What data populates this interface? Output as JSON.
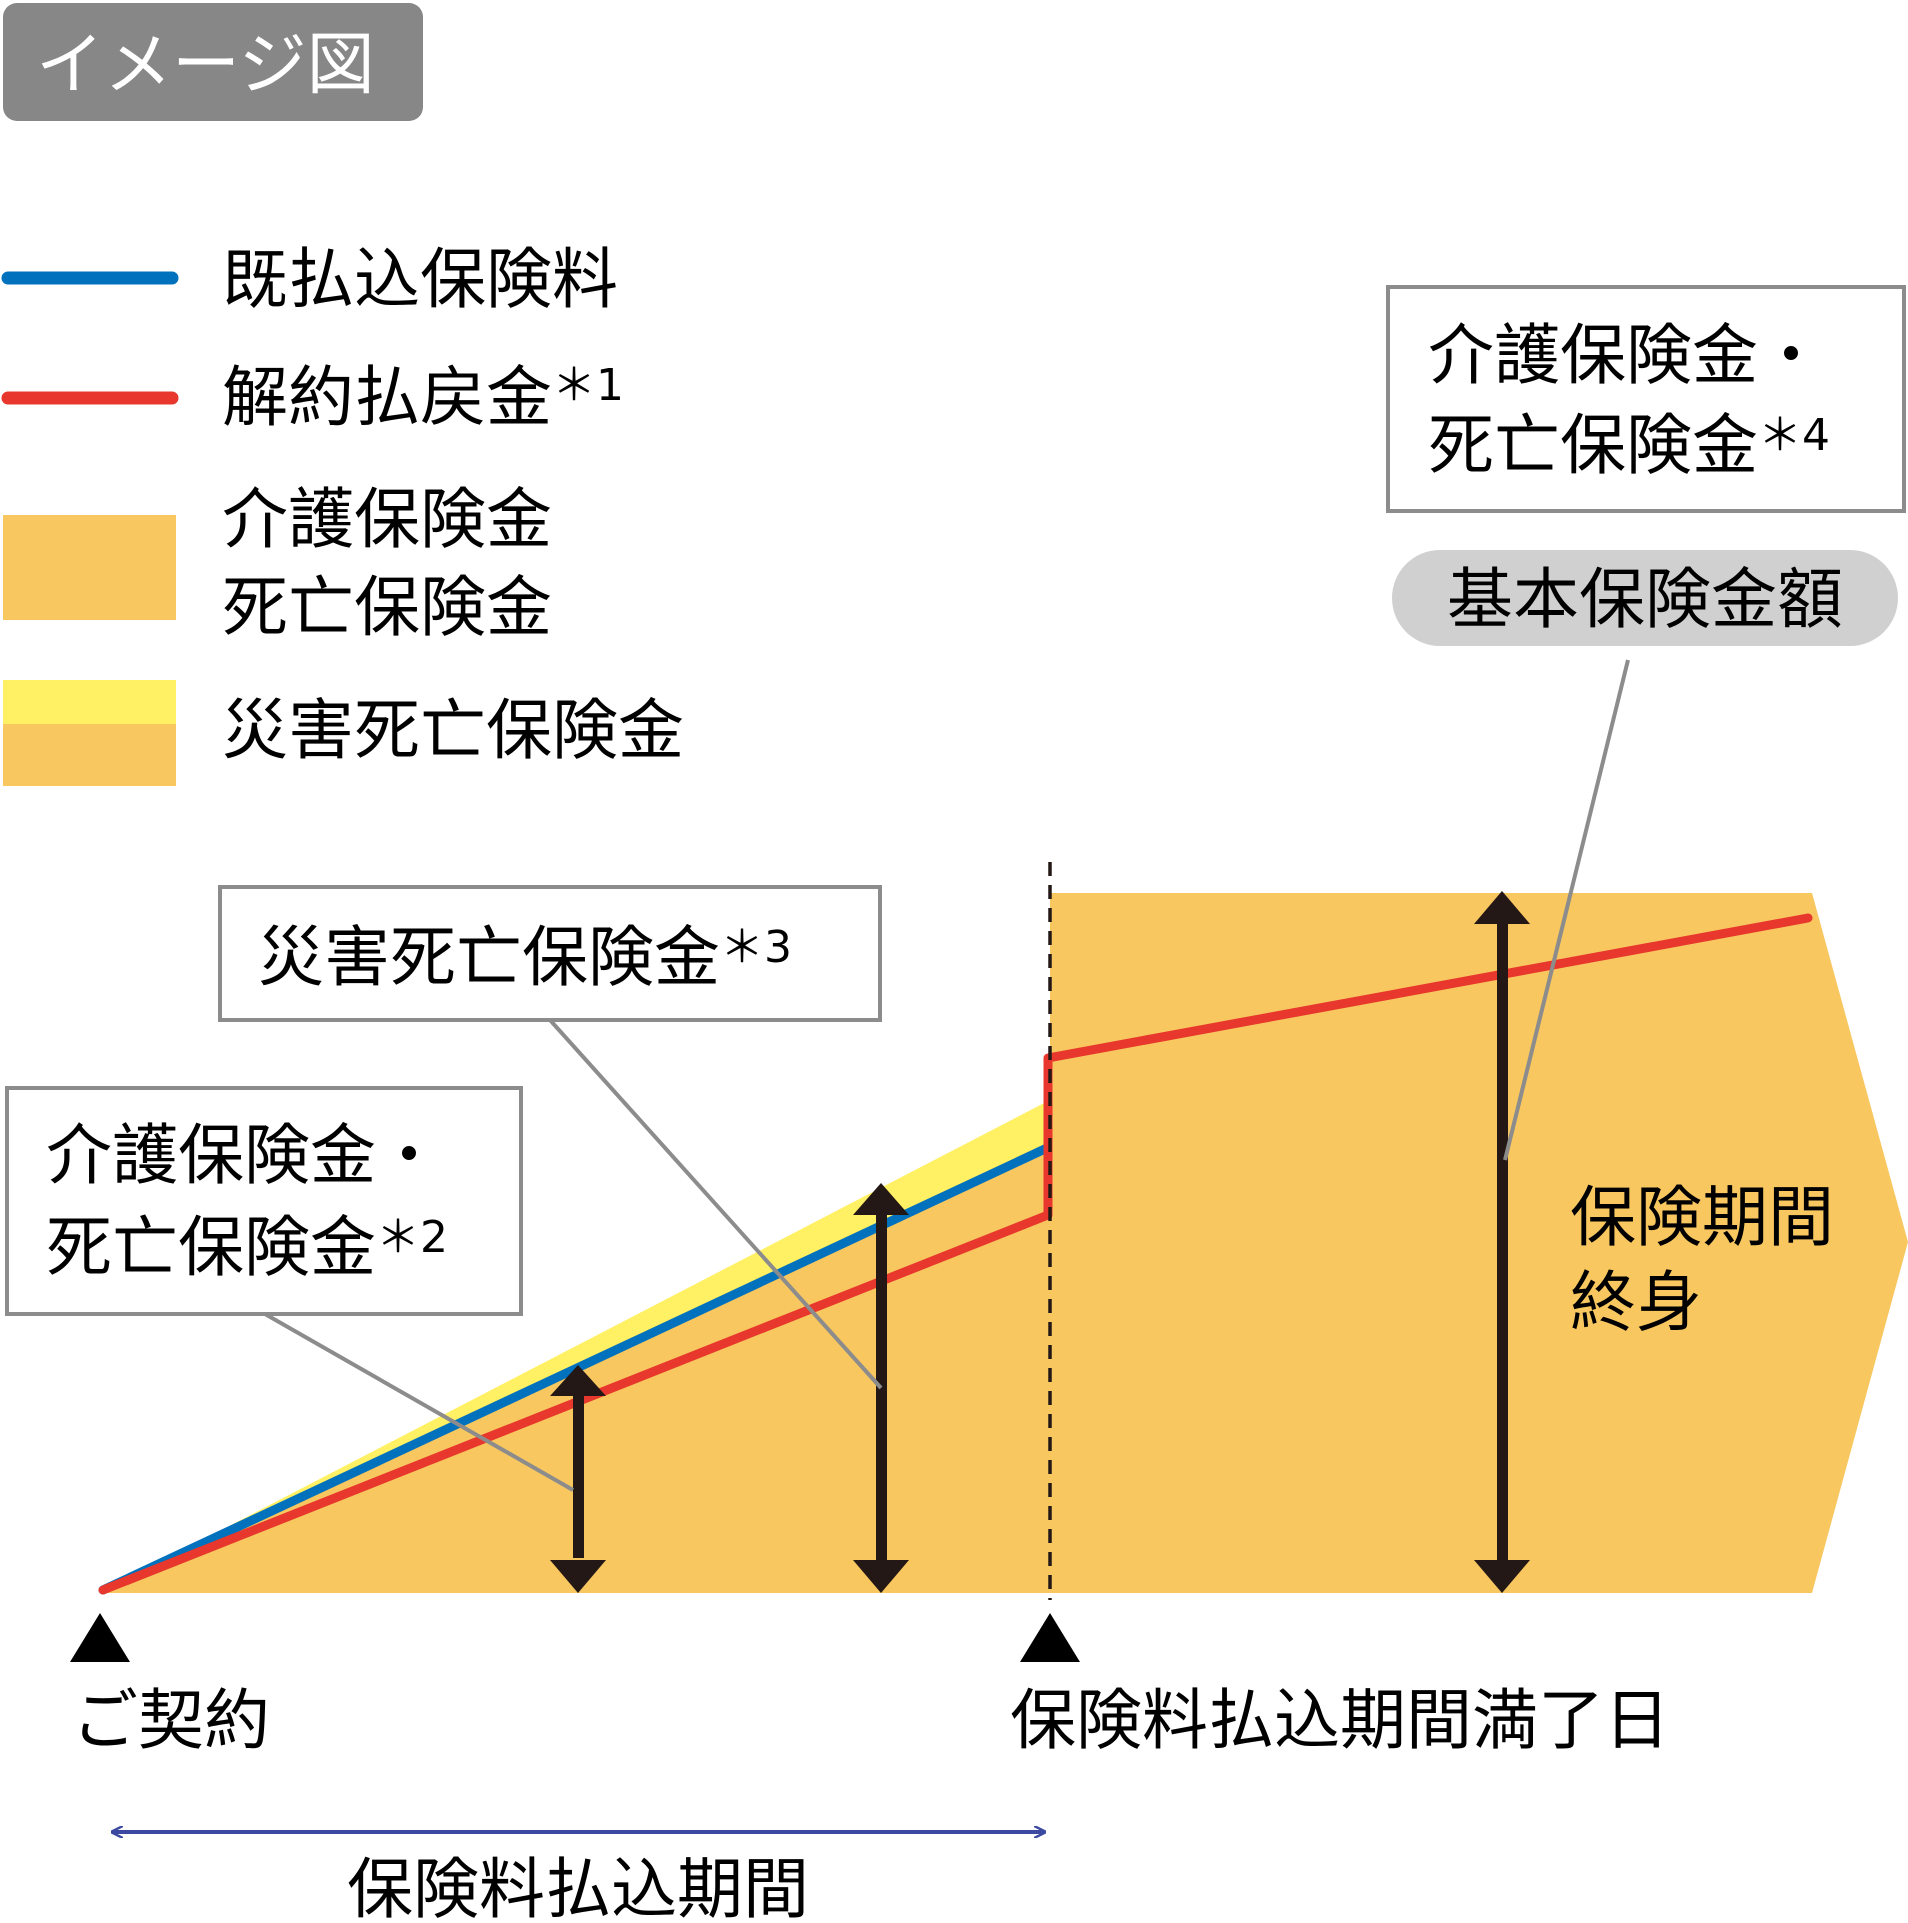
{
  "badge": {
    "label": "イメージ図",
    "bg_color": "#878787",
    "text_color": "#ffffff"
  },
  "legend": {
    "paid_premiums": {
      "label": "既払込保険料",
      "color": "#0071bc"
    },
    "surrender_value": {
      "label": "解約払戻金",
      "note": "＊1",
      "color": "#e8372c"
    },
    "care_death": {
      "line1": "介護保険金",
      "line2": "死亡保険金",
      "color": "#f8c75f"
    },
    "accident_death": {
      "label": "災害死亡保険金",
      "color": "#fff064"
    }
  },
  "callouts": {
    "care_death_2": {
      "line1": "介護保険金・",
      "line2": "死亡保険金",
      "note": "＊2"
    },
    "accident_death_3": {
      "label": "災害死亡保険金",
      "note": "＊3"
    },
    "care_death_4": {
      "line1": "介護保険金・",
      "line2": "死亡保険金",
      "note": "＊4"
    },
    "basic_amount": {
      "label": "基本保険金額"
    }
  },
  "coverage_period": {
    "line1": "保険期間",
    "line2": "終身"
  },
  "timeline": {
    "start": "ご契約",
    "payment_end": "保険料払込期間満了日",
    "payment_period": "保険料払込期間"
  }
}
